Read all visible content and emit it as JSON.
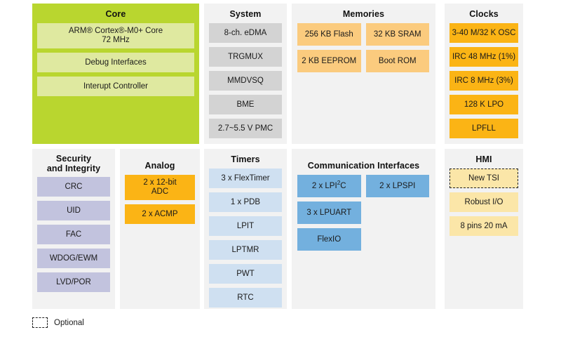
{
  "diagram": {
    "legend": {
      "label": "Optional",
      "swatch_style": "dashed"
    },
    "colors": {
      "core_panel": "#b9d62f",
      "core_block": "#dfe9a0",
      "panel_bg": "#f2f2f2",
      "gray_block": "#d3d3d3",
      "orange_block": "#fbcb7e",
      "amber_block": "#fbb415",
      "purple_block": "#c2c3de",
      "light_blue_block": "#cfe0f1",
      "blue_block": "#73b0de",
      "yellow_block": "#fbe6a8"
    },
    "panels": [
      {
        "id": "core",
        "title": "Core",
        "blocks": [
          {
            "label": "ARM® Cortex®-M0+ Core 72 MHz",
            "line1": "ARM® Cortex®-M0+ Core",
            "line2": "72 MHz"
          },
          {
            "label": "Debug Interfaces"
          },
          {
            "label": "Interupt Controller"
          }
        ]
      },
      {
        "id": "system",
        "title": "System",
        "blocks": [
          {
            "label": "8-ch. eDMA"
          },
          {
            "label": "TRGMUX"
          },
          {
            "label": "MMDVSQ"
          },
          {
            "label": "BME"
          },
          {
            "label": "2.7~5.5 V PMC"
          }
        ]
      },
      {
        "id": "memories",
        "title": "Memories",
        "blocks": [
          {
            "label": "256 KB Flash"
          },
          {
            "label": "32 KB SRAM"
          },
          {
            "label": "2 KB EEPROM"
          },
          {
            "label": "Boot ROM"
          }
        ]
      },
      {
        "id": "clocks",
        "title": "Clocks",
        "blocks": [
          {
            "label": "3-40 M/32 K OSC"
          },
          {
            "label": "IRC 48 MHz (1%)"
          },
          {
            "label": "IRC 8 MHz (3%)"
          },
          {
            "label": "128 K LPO"
          },
          {
            "label": "LPFLL"
          }
        ]
      },
      {
        "id": "security",
        "title": "Security and Integrity",
        "title_line1": "Security",
        "title_line2": "and Integrity",
        "blocks": [
          {
            "label": "CRC"
          },
          {
            "label": "UID"
          },
          {
            "label": "FAC"
          },
          {
            "label": "WDOG/EWM"
          },
          {
            "label": "LVD/POR"
          }
        ]
      },
      {
        "id": "analog",
        "title": "Analog",
        "blocks": [
          {
            "label": "2 x 12-bit ADC",
            "line1": "2 x 12-bit",
            "line2": "ADC"
          },
          {
            "label": "2 x ACMP"
          }
        ]
      },
      {
        "id": "timers",
        "title": "Timers",
        "blocks": [
          {
            "label": "3 x FlexTimer"
          },
          {
            "label": "1 x PDB"
          },
          {
            "label": "LPIT"
          },
          {
            "label": "LPTMR"
          },
          {
            "label": "PWT"
          },
          {
            "label": "RTC"
          }
        ]
      },
      {
        "id": "communication",
        "title": "Communication Interfaces",
        "blocks": [
          {
            "label": "2 x LPI2C",
            "prefix": "2 x LPI",
            "sup": "2",
            "suffix": "C"
          },
          {
            "label": "2 x LPSPI"
          },
          {
            "label": "3 x LPUART"
          },
          {
            "label": "FlexIO"
          }
        ]
      },
      {
        "id": "hmi",
        "title": "HMI",
        "blocks": [
          {
            "label": "New TSI",
            "optional": true
          },
          {
            "label": "Robust I/O"
          },
          {
            "label": "8 pins 20 mA"
          }
        ]
      }
    ]
  }
}
